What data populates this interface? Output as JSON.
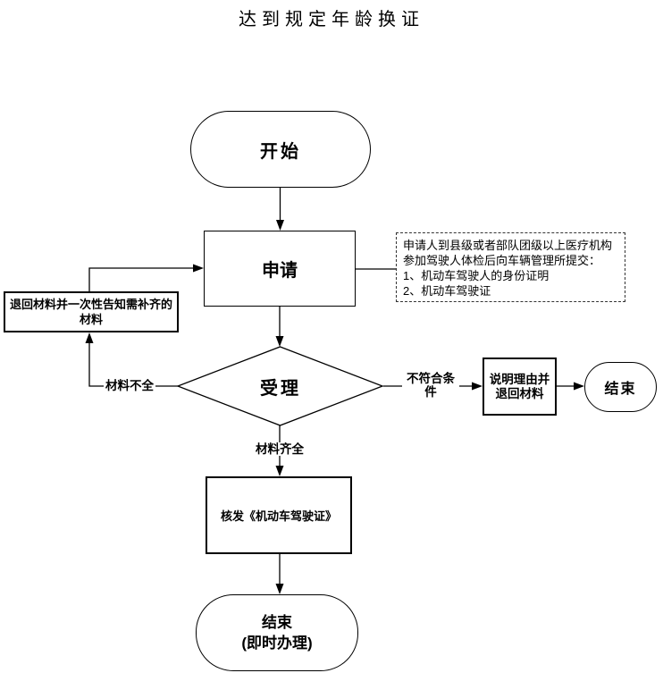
{
  "page": {
    "title": "达到规定年龄换证"
  },
  "nodes": {
    "start": "开始",
    "apply": "申请",
    "decision": "受理",
    "return_materials": "退回材料并一次性告知需补齐的材料",
    "explain": "说明理由并退回材料",
    "issue": "核发《机动车驾驶证》",
    "end_right": "结束",
    "end_bottom_line1": "结束",
    "end_bottom_line2": "(即时办理)"
  },
  "note": {
    "lines": [
      "申请人到县级或者部队团级以上医疗机构",
      "参加驾驶人体检后向车辆管理所提交：",
      "1、机动车驾驶人的身份证明",
      "2、机动车驾驶证"
    ]
  },
  "edge_labels": {
    "materials_incomplete": "材料不全",
    "materials_complete": "材料齐全",
    "not_qualified": "不符合条件"
  },
  "colors": {
    "background": "#ffffff",
    "line": "#000000",
    "text": "#000000"
  }
}
